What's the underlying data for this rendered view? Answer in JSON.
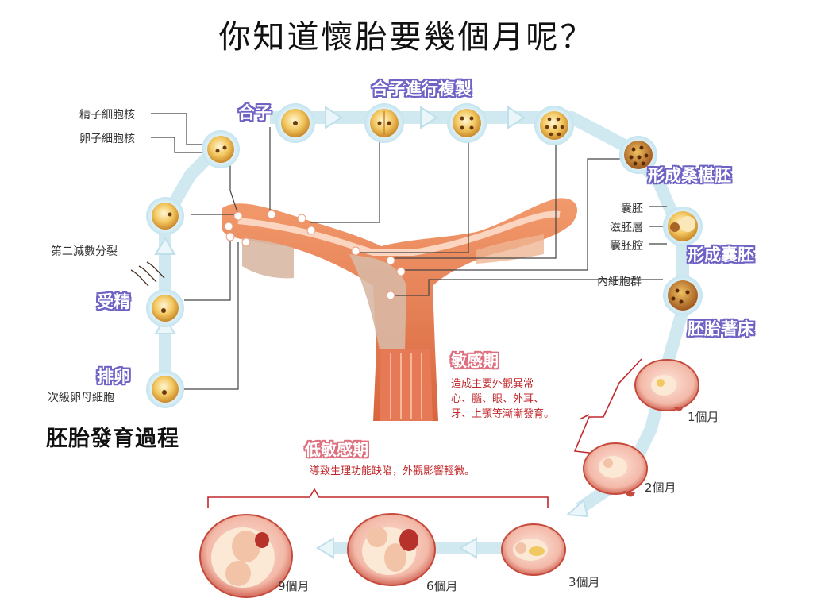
{
  "title": "你知道懷胎要幾個月呢？",
  "diagram_title": "胚胎發育過程",
  "labels": {
    "sperm_nucleus": "精子細胞核",
    "egg_nucleus": "卵子細胞核",
    "second_meiosis": "第二減數分裂",
    "secondary_oocyte": "次級卵母細胞",
    "trophoblast": "滋胚層",
    "blastocoel": "囊胚腔",
    "blastocyst_small": "囊胚",
    "inner_cell_mass": "內細胞群"
  },
  "stages": {
    "ovulation": "排卵",
    "fertilization": "受精",
    "zygote": "合子",
    "replication": "合子進行複製",
    "morula": "形成桑椹胚",
    "blastocyst": "形成囊胚",
    "implantation": "胚胎著床"
  },
  "sensitive": {
    "title": "敏感期",
    "note_line1": "造成主要外觀異常",
    "note_line2": "心、腦、眼、外耳、",
    "note_line3": "牙、上顎等漸漸發育。"
  },
  "low_sensitive": {
    "title": "低敏感期",
    "note": "導致生理功能缺陷，外觀影響輕微。"
  },
  "months": {
    "m1": "1個月",
    "m2": "2個月",
    "m3": "3個月",
    "m6": "6個月",
    "m9": "9個月"
  },
  "colors": {
    "stage_label": "#6d62c4",
    "pink_label": "#de6f7f",
    "note_red": "#c0282c",
    "arrow_outline": "#cbe7f0",
    "uterus": "#e07850",
    "cell": "#f2c862"
  }
}
